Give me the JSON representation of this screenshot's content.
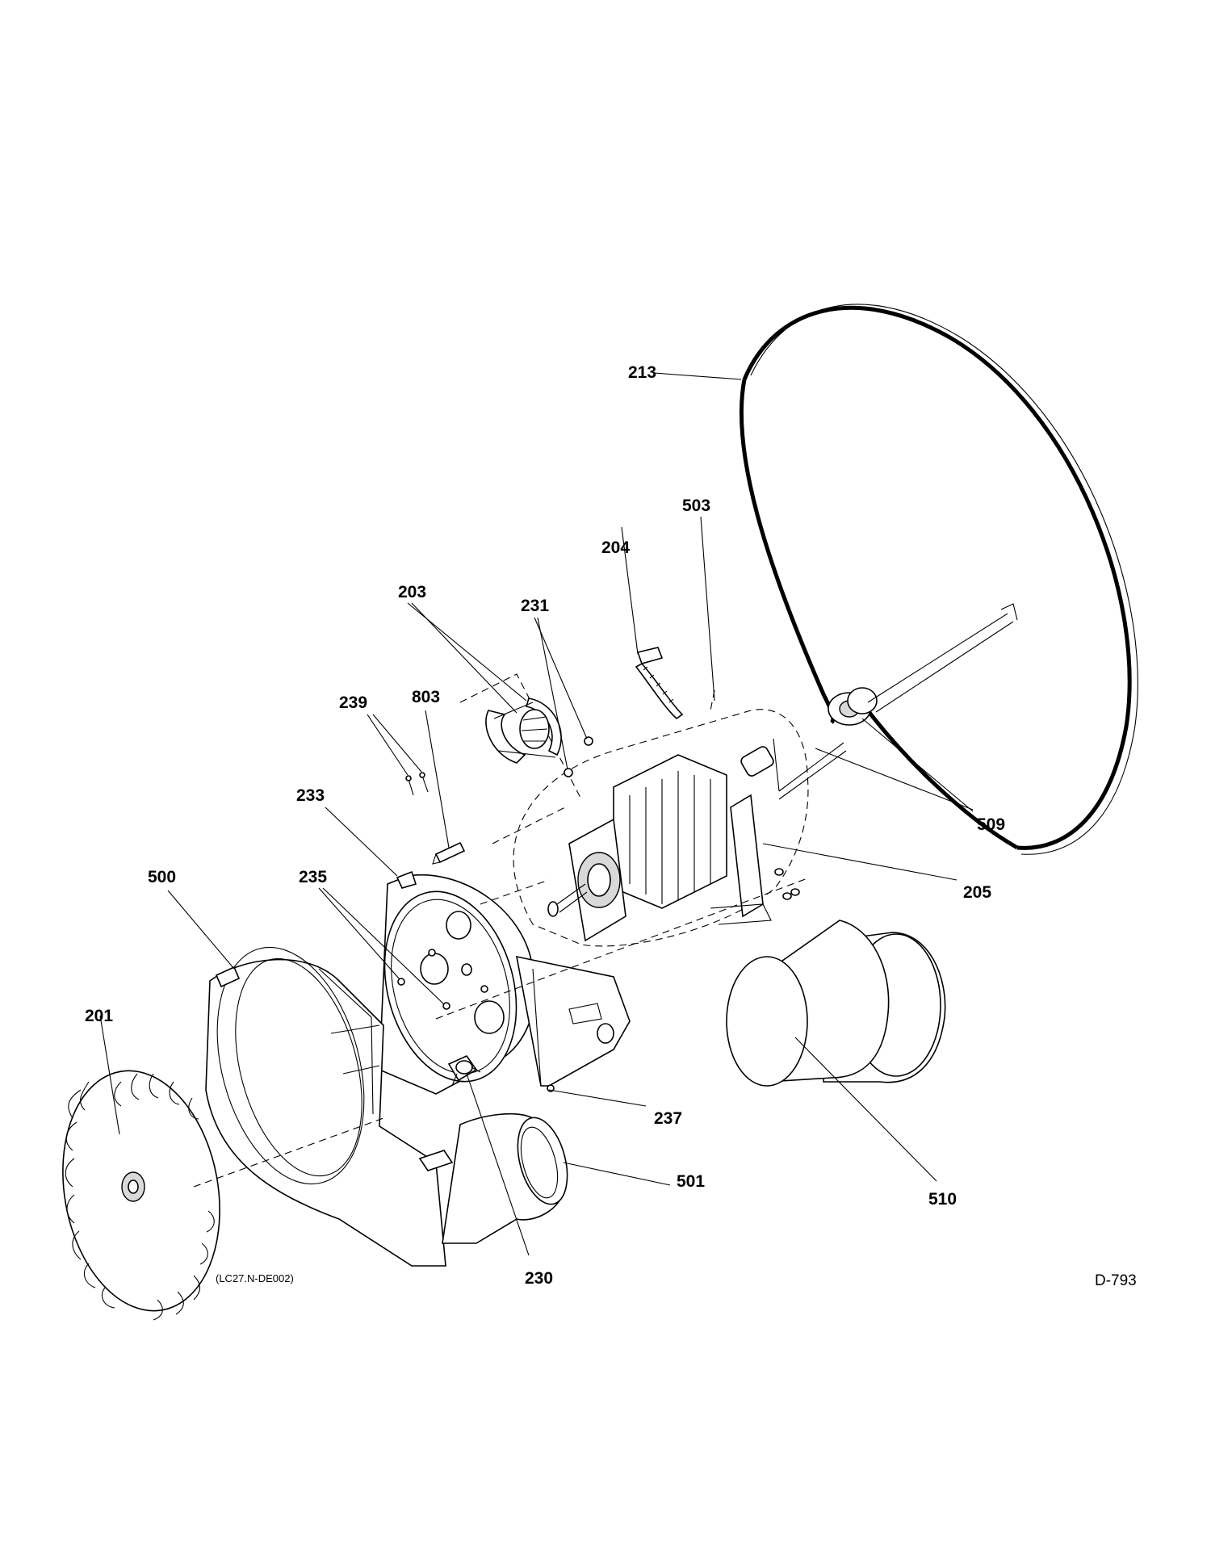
{
  "callouts": {
    "c201": "201",
    "c203": "203",
    "c204": "204",
    "c205": "205",
    "c213": "213",
    "c230": "230",
    "c231": "231",
    "c233": "233",
    "c235": "235",
    "c237": "237",
    "c239": "239",
    "c500": "500",
    "c501": "501",
    "c503": "503",
    "c509": "509",
    "c510": "510",
    "c803": "803"
  },
  "footer": {
    "drawing_code": "(LC27.N-DE002)",
    "figure_number": "D-793"
  }
}
